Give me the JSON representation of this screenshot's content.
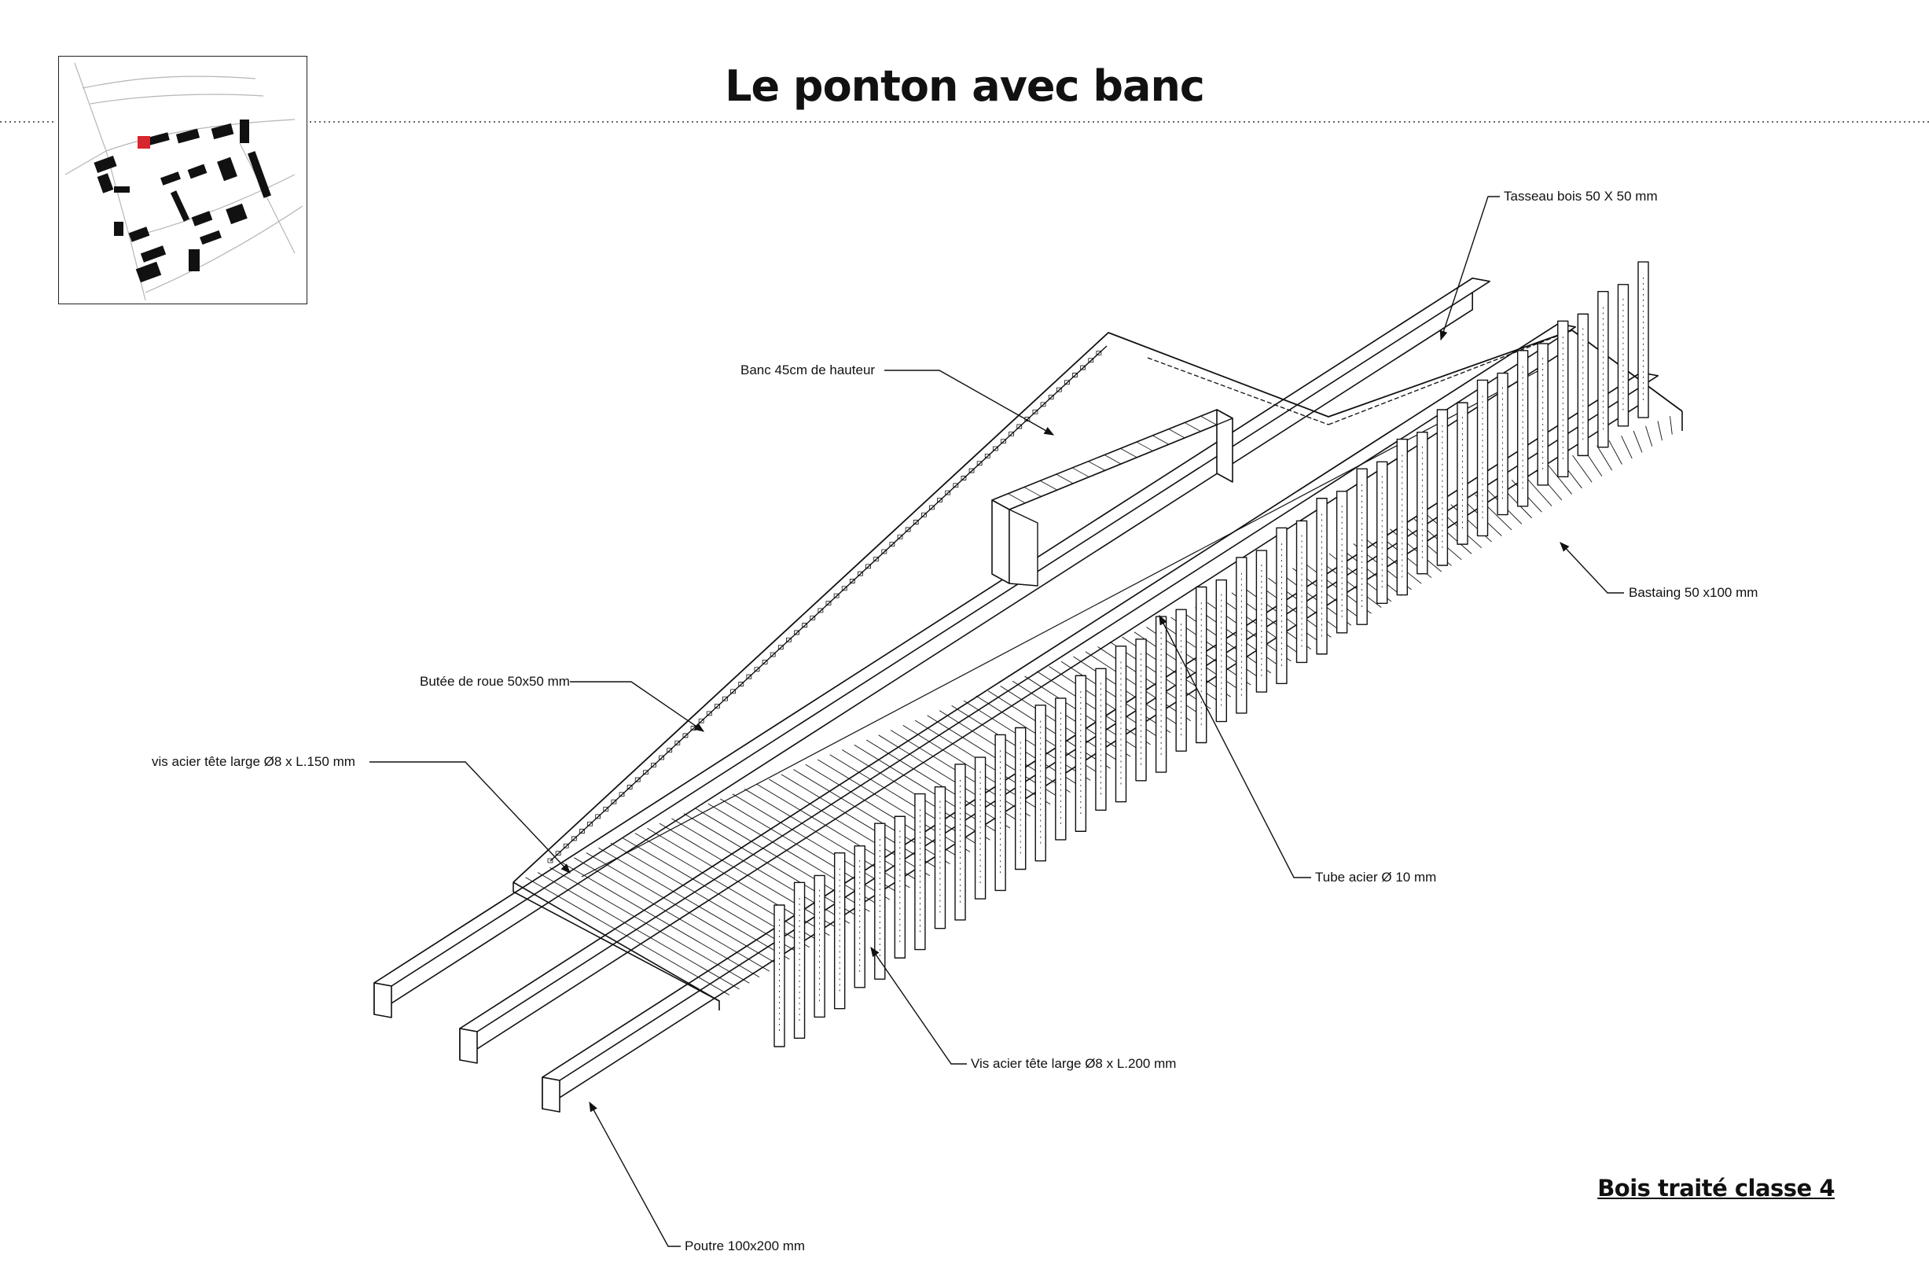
{
  "title": "Le ponton avec banc",
  "material": "Bois traité classe 4",
  "locator_color": "#d7262d",
  "annotations": {
    "tasseau": "Tasseau bois 50 X 50 mm",
    "banc": "Banc 45cm de hauteur",
    "bastaing": "Bastaing 50 x100 mm",
    "butee": "Butée de roue 50x50 mm",
    "vis_150": "vis acier tête large  Ø8 x L.150 mm",
    "tube": "Tube acier   Ø 10 mm",
    "vis_200": "Vis acier tête large  Ø8 x L.200 mm",
    "poutre": "Poutre 100x200 mm"
  }
}
